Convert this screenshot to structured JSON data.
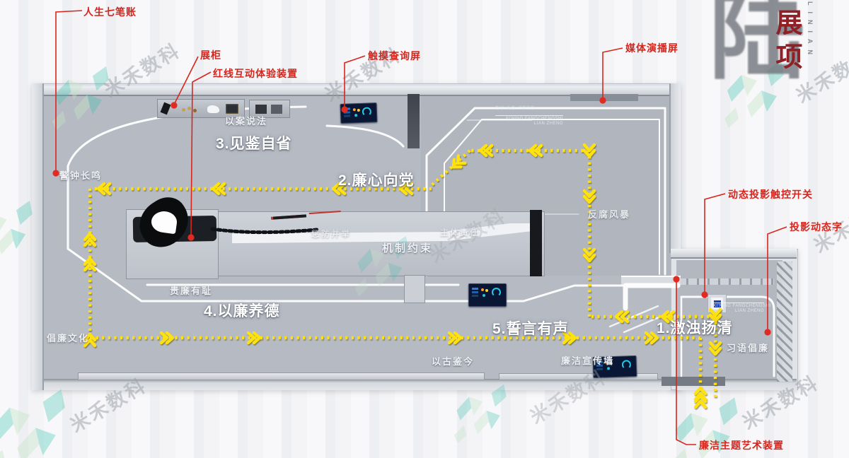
{
  "title": {
    "big_char": "陆",
    "vertical_title": "展项",
    "side_vertical": "LINIAN"
  },
  "watermark": {
    "text": "米禾数科"
  },
  "zones": {
    "z1": "1.激浊扬清",
    "z2": "2.廉心向党",
    "z3": "3.见鉴自省",
    "z4": "4.以廉养德",
    "z5": "5.誓言有声"
  },
  "areas": {
    "yi_an_shuo_fa": "以案说法",
    "jing_zhong_chang_ming": "警钟长鸣",
    "cheng_fang_bing_ju": "惩防并举",
    "ji_zhi_yue_shu": "机制约束",
    "zhu_ti_ze_ren": "主体责任",
    "gui_lian_you_chi": "贵廉有耻",
    "chang_lian_wen_hua": "倡廉文化",
    "yi_gu_jian_jin": "以古鉴今",
    "lian_jie_xuan_chuan_qiang": "廉洁宣传墙",
    "fan_fu_feng_bao": "反腐风暴",
    "xi_yu_chang_lian": "习语倡廉"
  },
  "callouts": {
    "life_account": "人生七笔账",
    "display_case": "展柜",
    "red_line_device": "红线互动体验装置",
    "touch_screen": "触摸查询屏",
    "media_screen": "媒体演播屏",
    "projection_switch": "动态投影触控开关",
    "projection_text": "投影动态字",
    "art_installation": "廉洁主题艺术装置"
  },
  "captions": {
    "wall_caption_line1": "XI'NING FANGCHENGSHI",
    "wall_caption_line2": "LIAN ZHENG",
    "wall_code": "GY-AG-7F7G"
  },
  "colors": {
    "accent_red": "#d6251d",
    "path_yellow": "#ffe10a",
    "floor_gray": "#b6bac3",
    "title_red": "#8f2025",
    "screen_navy": "#0a1734",
    "watermark_teal": "#39c1ae"
  }
}
